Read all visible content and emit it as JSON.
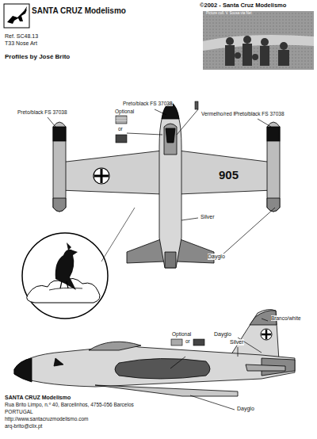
{
  "diagram": {
    "labels": [
      "SANTA CRUZ Modelismo",
      "©2002 - Santa Cruz Modelismo",
      "Picture coll. V. Sousa via Net",
      "Ref. SC48.13",
      "T33 Nose Art",
      "Profiles by José Brito",
      "Preto/black FS 37038",
      "Optional",
      "or",
      "Preto/black FS 37038",
      "Vermelho/red FS 11136",
      "Preto/black FS 37038",
      "905",
      "Silver",
      "Dayglo",
      "Optional",
      "or",
      "Silver",
      "Branco/white",
      "Dayglo",
      "Dayglo",
      "SANTA CRUZ Modelismo",
      "Rua Brito Limpo, n.º 40, Barcelinhos, 4755-056 Barcelos",
      "PORTUGAL",
      "http://www.santacruzmodelismo.com",
      "arq-brito@clix.pt"
    ]
  }
}
